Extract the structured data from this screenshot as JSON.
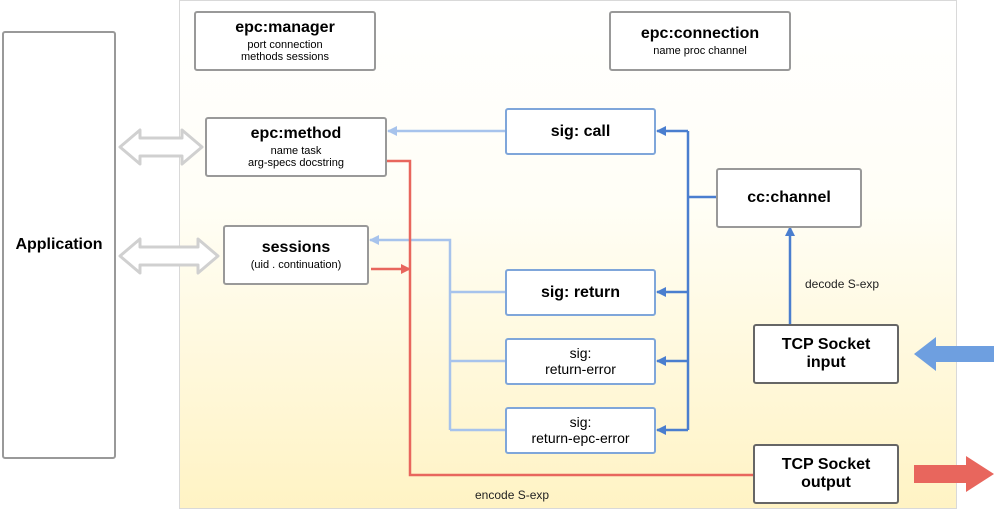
{
  "application": {
    "label": "Application"
  },
  "manager": {
    "title": "epc:manager",
    "line1": "port connection",
    "line2": "methods sessions"
  },
  "connection": {
    "title": "epc:connection",
    "line1": "name proc channel"
  },
  "method": {
    "title": "epc:method",
    "line1": "name task",
    "line2": "arg-specs docstring"
  },
  "sessions": {
    "title": "sessions",
    "line1": "(uid . continuation)"
  },
  "signals": {
    "call": "sig: call",
    "return": "sig: return",
    "return_error_1": "sig:",
    "return_error_2": "return-error",
    "return_epc_error_1": "sig:",
    "return_epc_error_2": "return-epc-error"
  },
  "channel": {
    "label": "cc:channel"
  },
  "socket_input": {
    "line1": "TCP Socket",
    "line2": "input"
  },
  "socket_output": {
    "line1": "TCP Socket",
    "line2": "output"
  },
  "labels": {
    "decode": "decode S-exp",
    "encode": "encode S-exp"
  },
  "colors": {
    "light_blue": "#a7c3ec",
    "dark_blue": "#4a7ecf",
    "red": "#e8665d",
    "gray_arrow": "#d0d0d0"
  }
}
